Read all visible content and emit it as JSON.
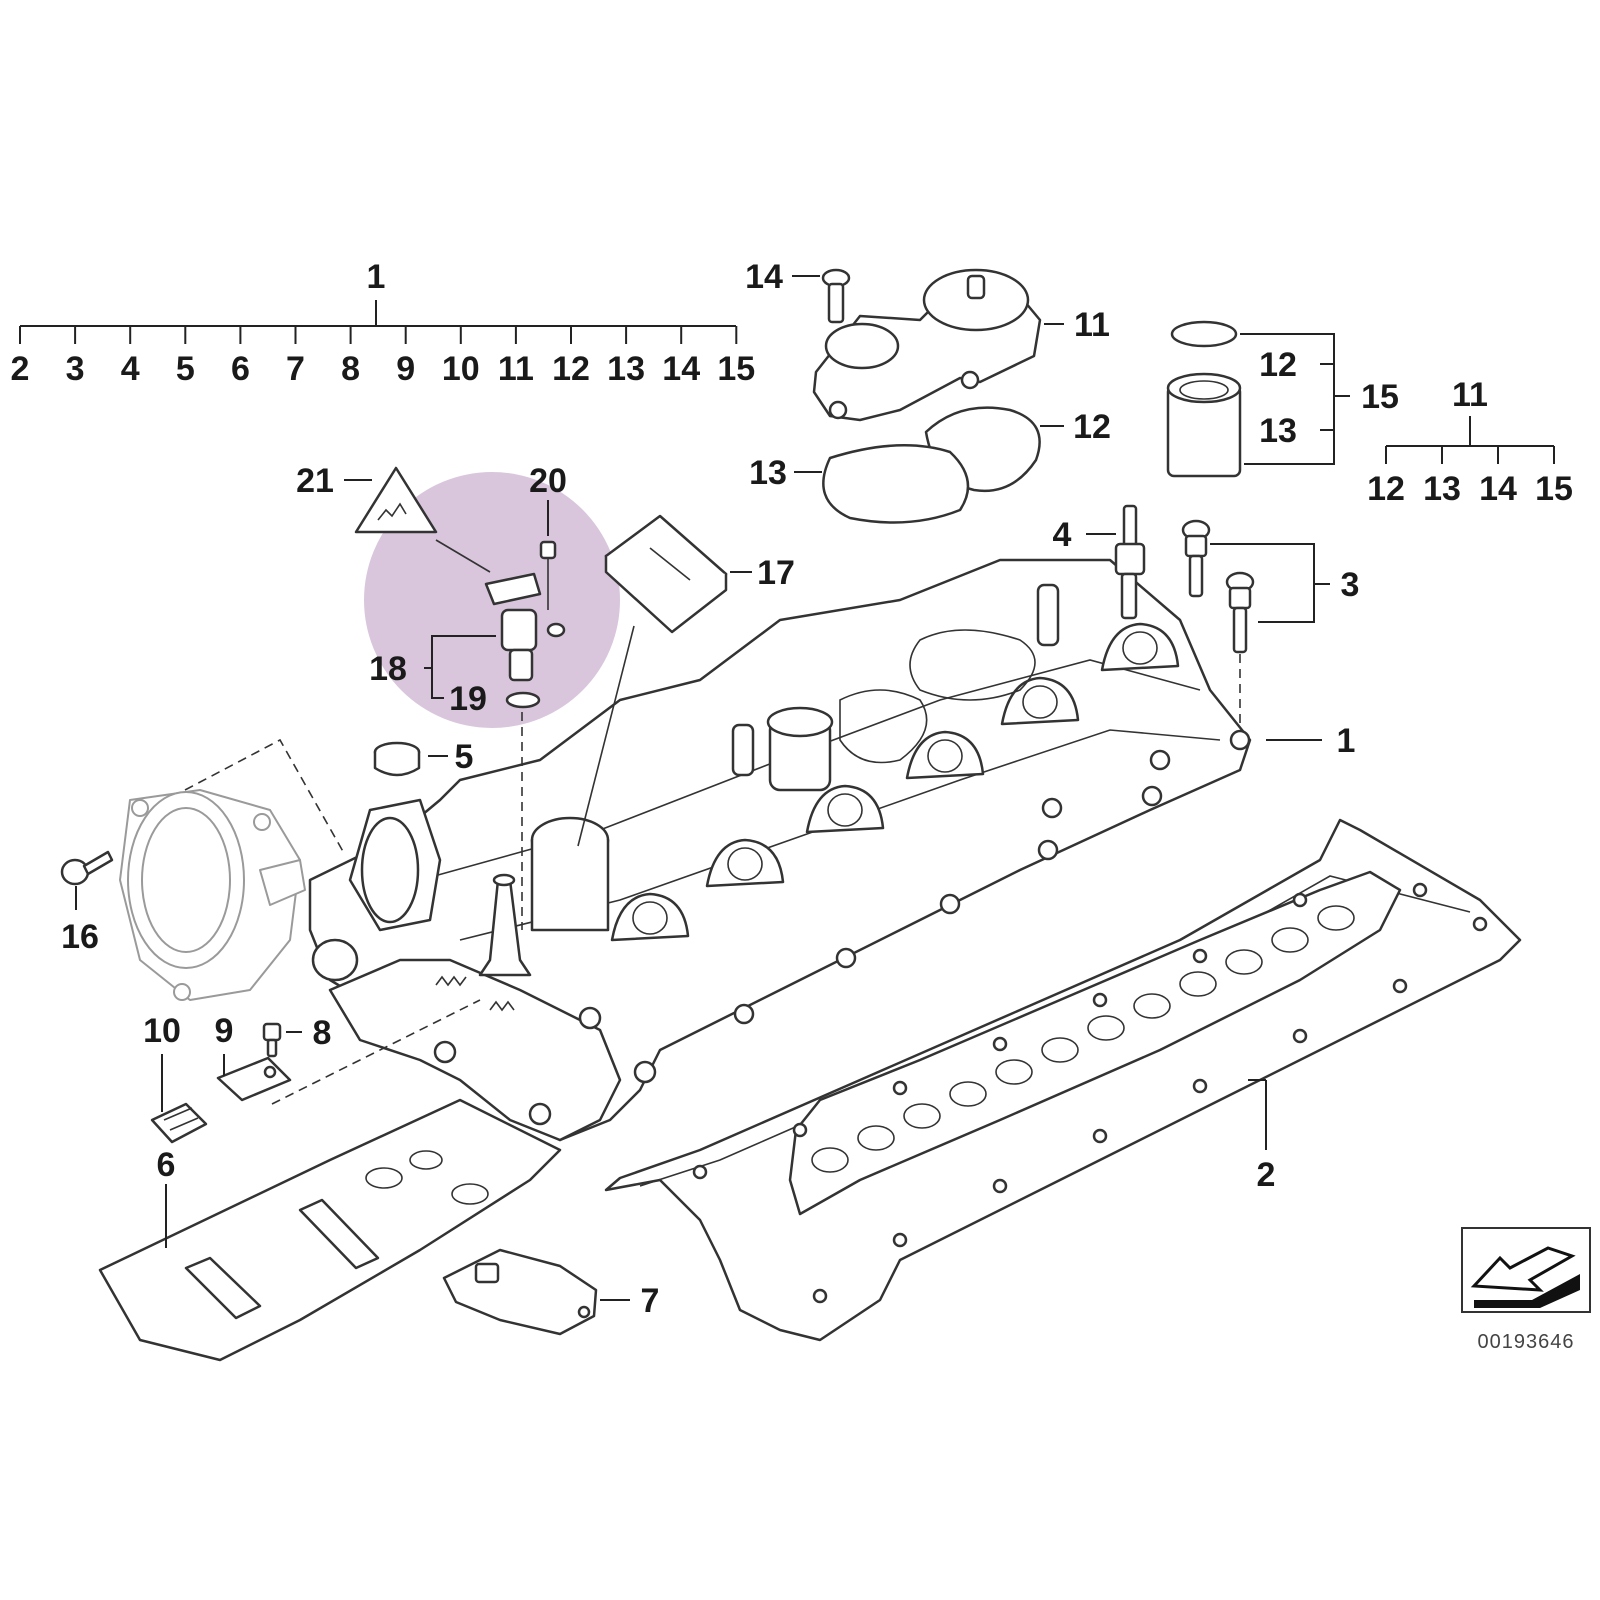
{
  "diagram": {
    "reference_number": "00193646",
    "highlight_color": "#d9c6dd",
    "line_color": "#222222",
    "callouts": {
      "c1_top": "1",
      "c1_kit": [
        "2",
        "3",
        "4",
        "5",
        "6",
        "7",
        "8",
        "9",
        "10",
        "11",
        "12",
        "13",
        "14",
        "15"
      ],
      "c14": "14",
      "c11a": "11",
      "c12a": "12",
      "c13a": "13",
      "c12b": "12",
      "c13b": "13",
      "c15": "15",
      "c11_kit_head": "11",
      "c11_kit": [
        "12",
        "13",
        "14",
        "15"
      ],
      "c21": "21",
      "c20": "20",
      "c17": "17",
      "c4": "4",
      "c3": "3",
      "c18": "18",
      "c19": "19",
      "c5": "5",
      "c1_right": "1",
      "c16": "16",
      "c10": "10",
      "c9": "9",
      "c8": "8",
      "c6": "6",
      "c2": "2",
      "c7": "7"
    },
    "icons": {
      "warning_triangle": "hot-surface-warning-icon",
      "view_direction": "view-direction-arrow-icon"
    }
  }
}
